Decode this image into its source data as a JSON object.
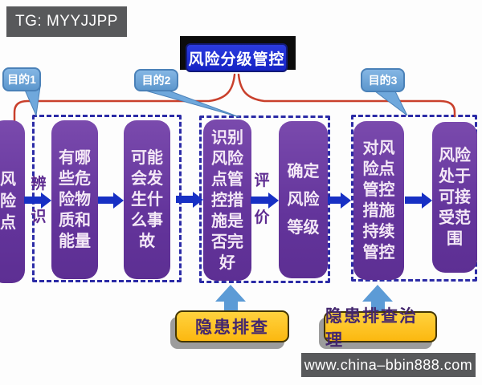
{
  "watermarks": {
    "tg": "TG: MYYJJPP",
    "site": "www.china–bbin888.com"
  },
  "title": "风险分级管控",
  "callouts": {
    "purpose1": "目的1",
    "purpose2": "目的2",
    "purpose3": "目的3"
  },
  "process_labels": {
    "identify": "辨识",
    "evaluate": "评价"
  },
  "boxes": {
    "risk_point": "风险点",
    "hazard_sources": "有哪些危险物质和能量",
    "possible_accidents": "可能会发生什么事故",
    "measures_intact": "识别风险点管控措施是否完好",
    "risk_level": "确定风险等级",
    "continuous_control": "对风险点管控措施持续管控",
    "acceptable_range": "风险处于可接受范围"
  },
  "bottom_actions": {
    "inspection": "隐患排查",
    "inspection_governance": "隐患排查治理"
  },
  "colors": {
    "box_purple": "#6b3a9e",
    "arrow_blue": "#1730c4",
    "up_arrow_blue": "#5c9bd6",
    "dashed_border": "#2b2ba6",
    "title_blue": "#1f2fd4",
    "connector_red": "#c9402c",
    "callout_blue": "#6fa8dc",
    "highlight_yellow": "#ffc125",
    "watermark_gray": "#58595b"
  }
}
